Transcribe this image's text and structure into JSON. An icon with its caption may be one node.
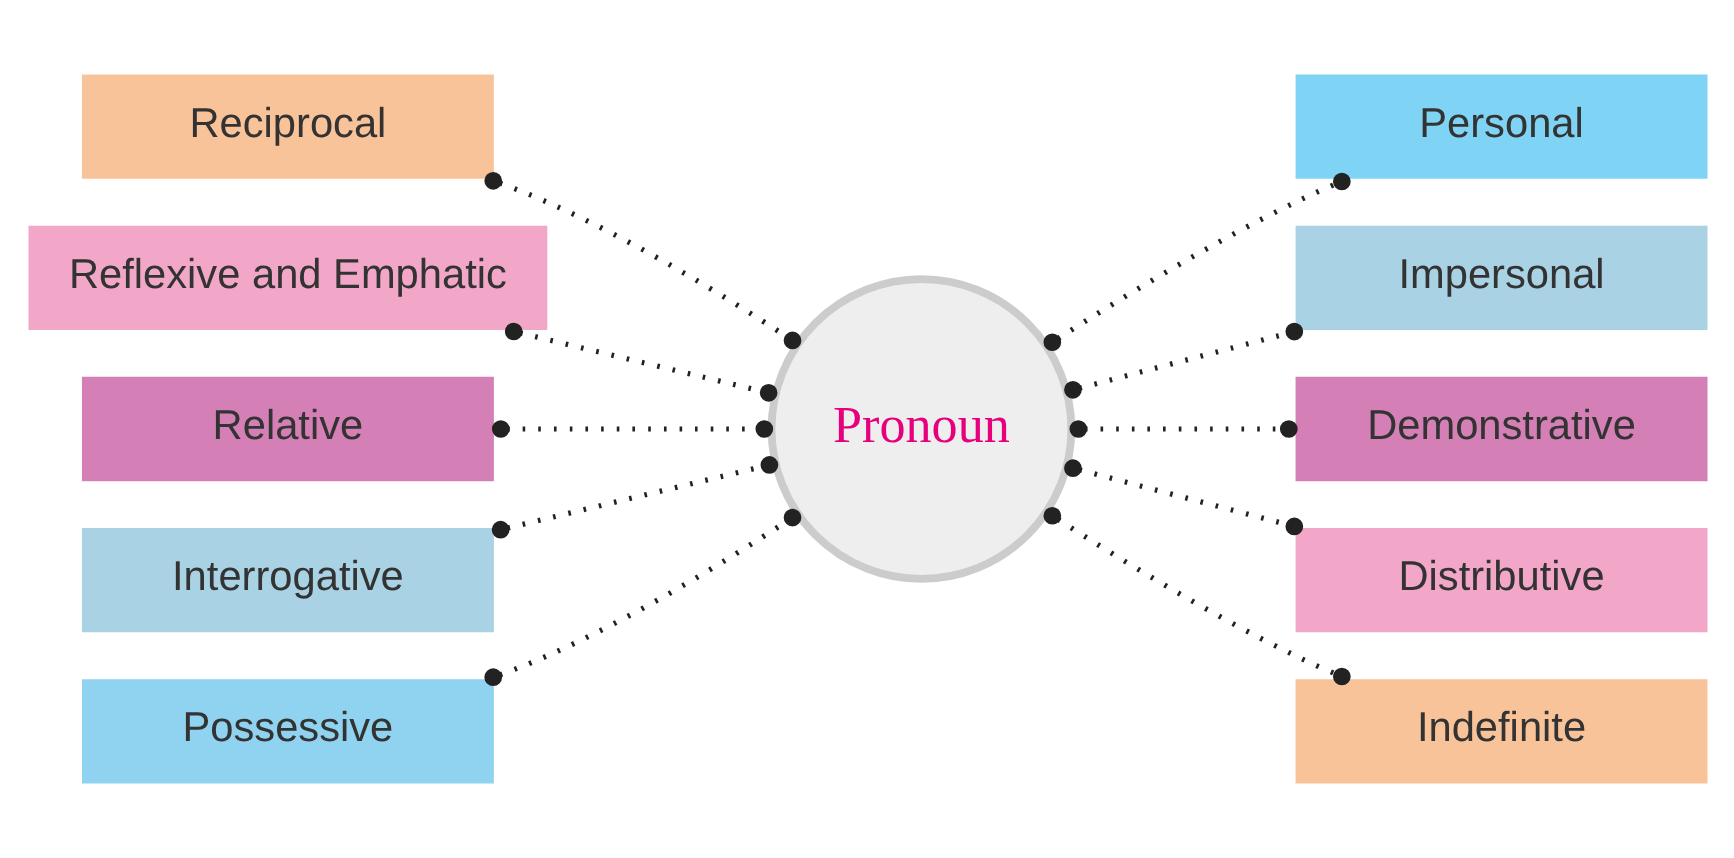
{
  "diagram": {
    "nodes": [
      {
        "text": [
          "Reciprocal"
        ]
      },
      {
        "text": [
          "Reflexive and Emphatic"
        ]
      },
      {
        "text": [
          "Relative"
        ]
      },
      {
        "text": [
          "Interrogative"
        ]
      },
      {
        "text": [
          "Possessive"
        ]
      },
      {
        "text": [
          "Pronoun"
        ]
      },
      {
        "text": [
          "Personal"
        ]
      },
      {
        "text": [
          "Impersonal"
        ]
      },
      {
        "text": [
          "Demonstrative"
        ]
      },
      {
        "text": [
          "Distributive"
        ]
      },
      {
        "text": [
          "Indefinite"
        ]
      }
    ],
    "edges": [
      {
        "from": 0,
        "to": 5,
        "arrow": "other",
        "style": "dashed"
      },
      {
        "from": 1,
        "to": 5,
        "arrow": "other",
        "style": "dashed"
      },
      {
        "from": 2,
        "to": 5,
        "arrow": "other",
        "style": "dashed"
      },
      {
        "from": 3,
        "to": 5,
        "arrow": "other",
        "style": "dashed"
      },
      {
        "from": 4,
        "to": 5,
        "arrow": "other",
        "style": "dashed"
      },
      {
        "from": 5,
        "to": 6,
        "arrow": "other",
        "style": "dashed"
      },
      {
        "from": 5,
        "to": 7,
        "arrow": "other",
        "style": "dashed"
      },
      {
        "from": 5,
        "to": 8,
        "arrow": "other",
        "style": "dashed"
      },
      {
        "from": 5,
        "to": 9,
        "arrow": "other",
        "style": "dashed"
      },
      {
        "from": 5,
        "to": 10,
        "arrow": "other",
        "style": "dashed"
      }
    ]
  }
}
